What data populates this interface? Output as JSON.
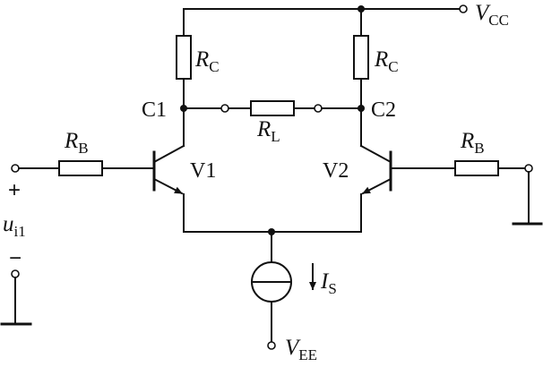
{
  "labels": {
    "vcc_main": "V",
    "vcc_sub": "CC",
    "vee_main": "V",
    "vee_sub": "EE",
    "rc1_main": "R",
    "rc1_sub": "C",
    "rc2_main": "R",
    "rc2_sub": "C",
    "rl_main": "R",
    "rl_sub": "L",
    "rb1_main": "R",
    "rb1_sub": "B",
    "rb2_main": "R",
    "rb2_sub": "B",
    "c1": "C1",
    "c2": "C2",
    "v1": "V1",
    "v2": "V2",
    "is_main": "I",
    "is_sub": "S",
    "ui_main": "u",
    "ui_sub": "i1",
    "plus": "+",
    "minus": "−"
  }
}
